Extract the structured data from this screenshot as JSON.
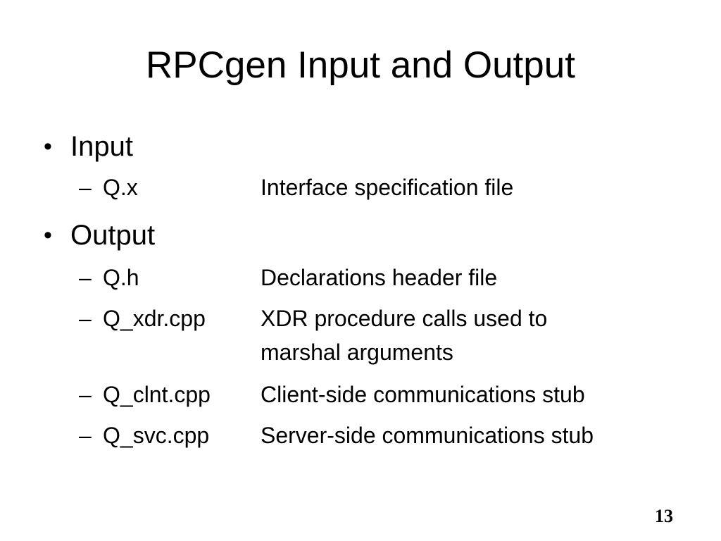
{
  "slide": {
    "title": "RPCgen Input and Output",
    "page_number": "13",
    "bullet_char": "•",
    "dash_char": "–",
    "colors": {
      "background": "#ffffff",
      "text": "#000000"
    },
    "sections": [
      {
        "label": "Input",
        "items": [
          {
            "term": "Q.x",
            "desc": "Interface specification file"
          }
        ]
      },
      {
        "label": "Output",
        "items": [
          {
            "term": "Q.h",
            "desc": "Declarations header file"
          },
          {
            "term": "Q_xdr.cpp",
            "desc": "XDR procedure calls used to\nmarshal arguments"
          },
          {
            "term": "Q_clnt.cpp",
            "desc": "Client-side communications stub"
          },
          {
            "term": "Q_svc.cpp",
            "desc": "Server-side communications stub"
          }
        ]
      }
    ]
  }
}
